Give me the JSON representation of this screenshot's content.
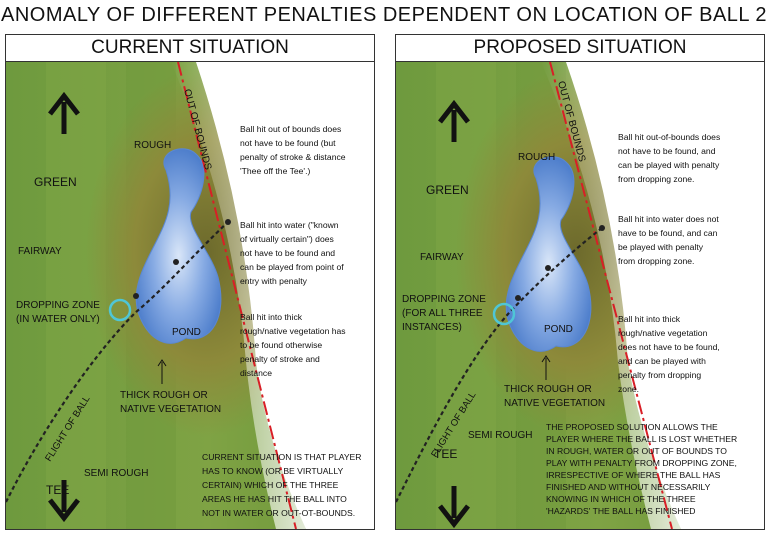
{
  "title": "ANOMALY OF DIFFERENT PENALTIES DEPENDENT ON LOCATION OF BALL  2",
  "colors": {
    "fairway": "#6f9a3a",
    "rough": "#8f8a3c",
    "pond": "#7fa6e0",
    "out_of_bounds_line": "#d81f26",
    "dropping_zone": "#4fc6d6"
  },
  "panels": {
    "current": {
      "header": "CURRENT SITUATION",
      "labels": {
        "rough": "ROUGH",
        "out_of_bounds": "OUT OF BOUNDS",
        "green": "GREEN",
        "fairway": "FAIRWAY",
        "dropping_zone": [
          "DROPPING ZONE",
          "(IN WATER ONLY)"
        ],
        "pond": "POND",
        "flight_of_ball": "FLIGHT OF BALL",
        "thick_rough": [
          "THICK ROUGH OR",
          "NATIVE VEGETATION"
        ],
        "semi_rough": "SEMI ROUGH",
        "tee": "TEE"
      },
      "notes": {
        "oob": [
          "Ball hit out of bounds does",
          "not have to be found (but",
          "penalty of stroke & distance",
          "'Thee off the Tee'.)"
        ],
        "water": [
          "Ball hit into water (\"known",
          "of virtually certain\")  does",
          "not have to be found and",
          "can be played from point of",
          "entry with penalty"
        ],
        "thick_rough": [
          "Ball hit into thick",
          "rough/native vegetation has",
          "to be found otherwise",
          "penalty of stroke and",
          "distance"
        ],
        "summary": [
          "CURRENT SITUATION IS THAT PLAYER",
          "HAS TO KNOW (OR BE VIRTUALLY",
          "CERTAIN) WHICH OF THE THREE",
          "AREAS HE HAS HIT THE BALL INTO",
          "NOT IN WATER OR OUT-OT-BOUNDS."
        ]
      }
    },
    "proposed": {
      "header": "PROPOSED SITUATION",
      "labels": {
        "rough": "ROUGH",
        "out_of_bounds": "OUT OF BOUNDS",
        "green": "GREEN",
        "fairway": "FAIRWAY",
        "dropping_zone": [
          "DROPPING ZONE",
          "(FOR ALL THREE",
          "INSTANCES)"
        ],
        "pond": "POND",
        "flight_of_ball": "FLIGHT OF BALL",
        "thick_rough": [
          "THICK ROUGH OR",
          "NATIVE VEGETATION"
        ],
        "semi_rough": "SEMI ROUGH",
        "tee": "TEE"
      },
      "notes": {
        "oob": [
          "Ball hit out-of-bounds does",
          "not have to be found, and",
          "can be played with penalty",
          "from dropping zone."
        ],
        "water": [
          "Ball hit into water does not",
          "have to be found, and can",
          "be played with penalty",
          "from dropping zone."
        ],
        "thick_rough": [
          "Ball hit into thick",
          "rough/native vegetation",
          "does not have to be found,",
          "and can be played with",
          "penalty from dropping",
          "zone."
        ],
        "summary": [
          "THE PROPOSED SOLUTION ALLOWS THE",
          "PLAYER WHERE THE BALL IS LOST WHETHER",
          "IN ROUGH, WATER OR OUT OF BOUNDS TO",
          "PLAY WITH PENALTY FROM DROPPING ZONE,",
          "IRRESPECTIVE OF WHERE THE BALL HAS",
          "FINISHED AND WITHOUT NECESSARILY",
          "KNOWING IN WHICH OF THE THREE",
          "'HAZARDS' THE BALL HAS FINISHED"
        ]
      }
    }
  }
}
